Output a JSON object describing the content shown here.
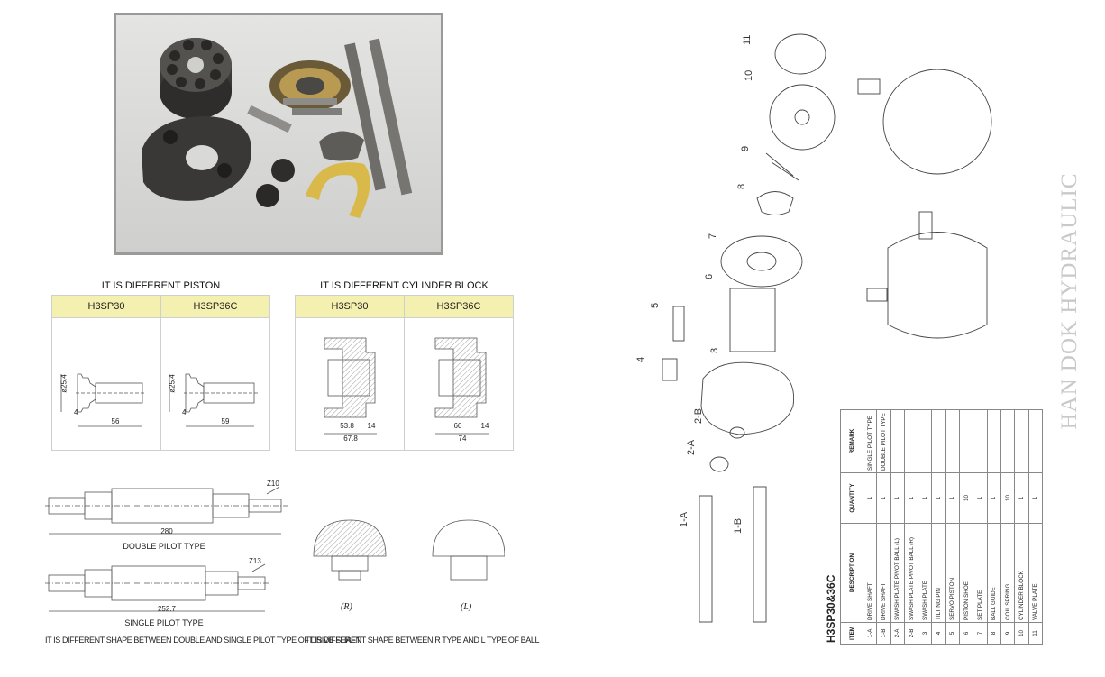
{
  "piston_section": {
    "title": "IT IS DIFFERENT PISTON",
    "columns": [
      "H3SP30",
      "H3SP36C"
    ],
    "dims": [
      {
        "diameter": "ø25.4",
        "offset": "4",
        "length": "56"
      },
      {
        "diameter": "ø25.4",
        "offset": "4",
        "length": "59"
      }
    ]
  },
  "cylinder_section": {
    "title": "IT IS DIFFERENT CYLINDER BLOCK",
    "columns": [
      "H3SP30",
      "H3SP36C"
    ],
    "dims": [
      {
        "inner": "53.8",
        "step": "14",
        "total": "67.8"
      },
      {
        "inner": "60",
        "step": "14",
        "total": "74"
      }
    ]
  },
  "shafts": {
    "double": {
      "label": "DOUBLE PILOT TYPE",
      "length": "280",
      "spline": "Z10"
    },
    "single": {
      "label": "SINGLE PILOT TYPE",
      "length": "252.7",
      "spline": "Z13"
    },
    "caption": "IT IS DIFFERENT SHAPE BETWEEN DOUBLE AND SINGLE PILOT  TYPE OF DRIVE SHAFT"
  },
  "balls": {
    "r_label": "(R)",
    "l_label": "(L)",
    "caption": "IT IS DIFFERENT SHAPE BETWEEN R TYPE AND L TYPE OF BALL"
  },
  "exploded_labels": [
    "11",
    "10",
    "9",
    "8",
    "7",
    "6",
    "5",
    "4",
    "3",
    "2-B",
    "2-A",
    "1-A",
    "1-B"
  ],
  "brand": "HAN DOK HYDRAULIC",
  "parts_table": {
    "title": "H3SP30&36C",
    "headers": [
      "ITEM",
      "DESCRIPTION",
      "QUANTITY",
      "REMARK"
    ],
    "rows": [
      [
        "1-A",
        "DRIVE SHAFT",
        "1",
        "SINGLE PILOT TYPE"
      ],
      [
        "1-B",
        "DRIVE SHAFT",
        "1",
        "DOUBLE PILOT TYPE"
      ],
      [
        "2-A",
        "SWASH PLATE PIVOT BALL (L)",
        "1",
        ""
      ],
      [
        "2-B",
        "SWASH PLATE PIVOT BALL (R)",
        "1",
        ""
      ],
      [
        "3",
        "SWASH PLATE",
        "1",
        ""
      ],
      [
        "4",
        "TILTING PIN",
        "1",
        ""
      ],
      [
        "5",
        "SERVO PISTON",
        "1",
        ""
      ],
      [
        "6",
        "PISTON SHOE",
        "10",
        ""
      ],
      [
        "7",
        "SET PLATE",
        "1",
        ""
      ],
      [
        "8",
        "BALL GUIDE",
        "1",
        ""
      ],
      [
        "9",
        "COIL SPRING",
        "10",
        ""
      ],
      [
        "10",
        "CYLINDER BLOCK",
        "1",
        ""
      ],
      [
        "11",
        "VALVE PLATE",
        "1",
        ""
      ]
    ]
  }
}
